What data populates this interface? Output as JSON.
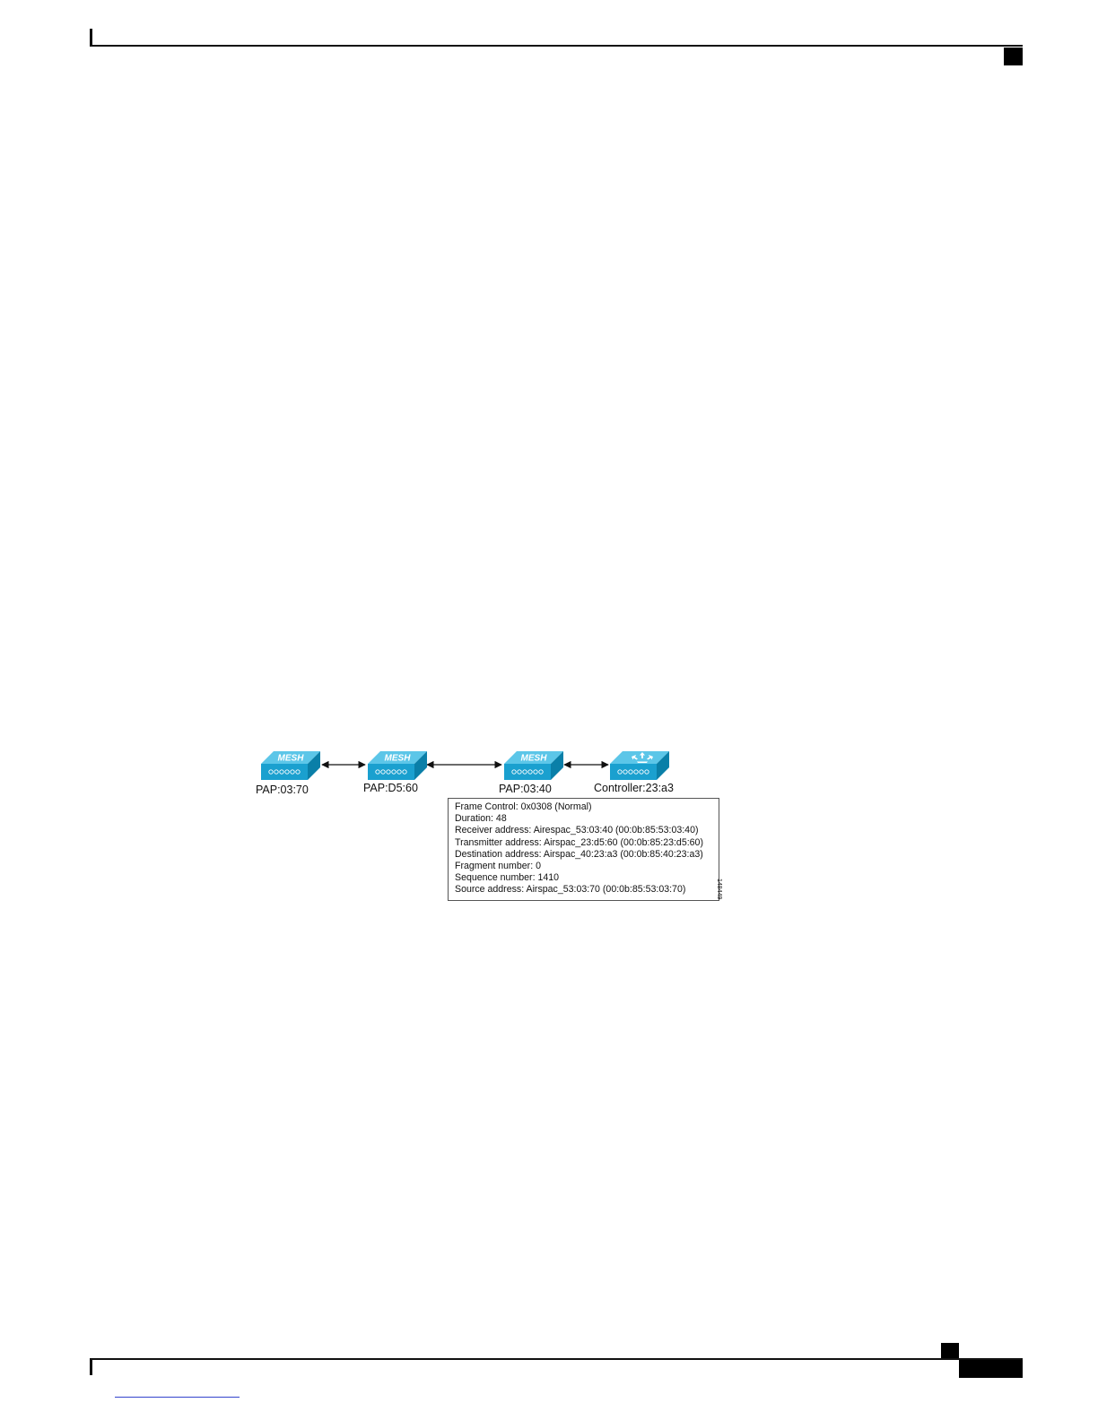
{
  "diagram": {
    "nodes": [
      {
        "label": "PAP:03:70",
        "icon": "mesh-ap-icon",
        "badge": "MESH"
      },
      {
        "label": "PAP:D5:60",
        "icon": "mesh-ap-icon",
        "badge": "MESH"
      },
      {
        "label": "PAP:03:40",
        "icon": "mesh-ap-icon",
        "badge": "MESH"
      },
      {
        "label": "Controller:23:a3",
        "icon": "controller-icon",
        "badge": ""
      }
    ],
    "links": [
      {
        "from": "PAP:03:70",
        "to": "PAP:D5:60",
        "style": "bidirectional-arrow"
      },
      {
        "from": "PAP:D5:60",
        "to": "PAP:03:40",
        "style": "bidirectional-arrow"
      },
      {
        "from": "PAP:03:40",
        "to": "Controller:23:a3",
        "style": "bidirectional-arrow"
      }
    ],
    "frame_info": [
      "Frame Control: 0x0308 (Normal)",
      "Duration: 48",
      "Receiver address: Airespac_53:03:40 (00:0b:85:53:03:40)",
      "Transmitter address: Airspac_23:d5:60 (00:0b:85:23:d5:60)",
      "Destination address: Airspac_40:23:a3 (00:0b:85:40:23:a3)",
      "Fragment number: 0",
      "Sequence number: 1410",
      "Source address: Airspac_53:03:70 (00:0b:85:53:03:70)"
    ],
    "figure_id": "148449",
    "colors": {
      "device_top": "#5cc6e8",
      "device_front": "#1aa0cf",
      "device_side": "#0a7fa8"
    }
  }
}
